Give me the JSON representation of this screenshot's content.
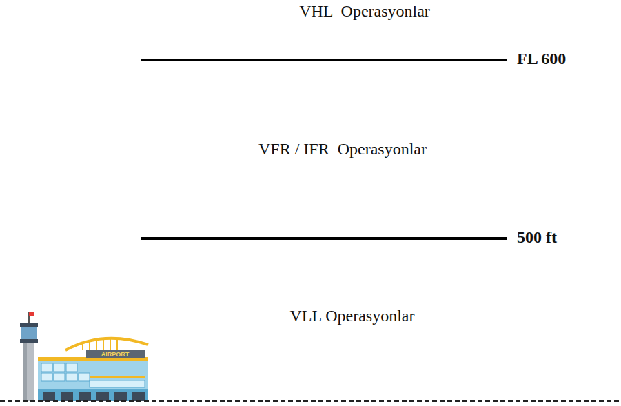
{
  "diagram": {
    "labels": [
      "VHL  Operasyonlar",
      "FL 600",
      "VFR / IFR  Operasyonlar",
      "500 ft",
      "VLL Operasyonlar",
      "AIRPORT"
    ]
  }
}
